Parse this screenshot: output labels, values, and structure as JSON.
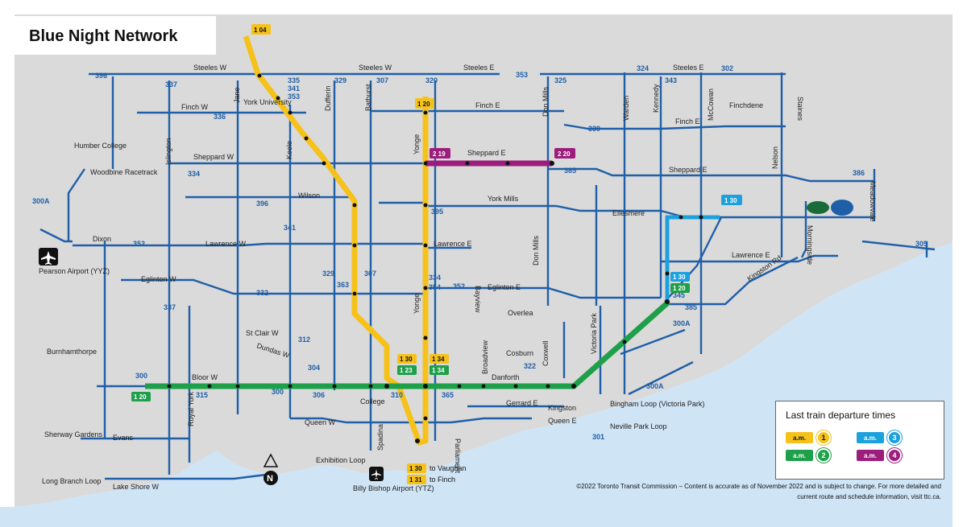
{
  "title": "Blue Night Network",
  "colors": {
    "land": "#dadada",
    "water": "#cfe4f5",
    "route": "#1f5fa8",
    "line1": "#f6c21a",
    "line2": "#1ea04a",
    "line3": "#1da1dc",
    "line4": "#9c1d7d"
  },
  "streets": {
    "steeles_w": "Steeles W",
    "steeles_w2": "Steeles W",
    "steeles_e": "Steeles E",
    "steeles_e2": "Steeles E",
    "finch_w": "Finch W",
    "finch_e": "Finch E",
    "finch_e2": "Finch E",
    "finchdene": "Finchdene",
    "sheppard_w": "Sheppard W",
    "sheppard_e": "Sheppard E",
    "sheppard_e2": "Sheppard E",
    "wilson": "Wilson",
    "york_mills": "York Mills",
    "ellesmere": "Ellesmere",
    "dixon": "Dixon",
    "lawrence_w": "Lawrence W",
    "lawrence_e": "Lawrence E",
    "lawrence_e2": "Lawrence E",
    "eglinton_w": "Eglinton W",
    "eglinton_e": "Eglinton E",
    "st_clair_w": "St Clair W",
    "dundas_w": "Dundas W",
    "bloor_w": "Bloor W",
    "danforth": "Danforth",
    "college": "College",
    "gerrard_e": "Gerrard E",
    "queen_w": "Queen W",
    "queen_e": "Queen E",
    "evans": "Evans",
    "lake_shore_w": "Lake Shore W",
    "kingston": "Kingston",
    "overlea": "Overlea",
    "cosburn": "Cosburn",
    "humber_college": "Humber College",
    "burnhamthorpe": "Burnhamthorpe",
    "york_university": "York University",
    "woodbine_racetrack": "Woodbine Racetrack",
    "pearson": "Pearson Airport (YYZ)",
    "billy_bishop": "Billy Bishop Airport (YTZ)",
    "exhibition_loop": "Exhibition Loop",
    "sherway_gardens": "Sherway Gardens",
    "long_branch_loop": "Long Branch Loop",
    "bingham_loop": "Bingham Loop (Victoria Park)",
    "neville_park_loop": "Neville Park Loop",
    "jane": "Jane",
    "keele": "Keele",
    "dufferin": "Dufferin",
    "bathurst": "Bathurst",
    "yonge": "Yonge",
    "don_mills": "Don Mills",
    "warden": "Warden",
    "kennedy": "Kennedy",
    "mccowan": "McCowan",
    "nelson": "Nelson",
    "islington": "Islington",
    "royal_york": "Royal York",
    "bayview": "Bayview",
    "victoria_park": "Victoria Park",
    "spadina": "Spadina",
    "parliament": "Parliament",
    "broadview": "Broadview",
    "coxwell": "Coxwell",
    "morningside": "Morningside",
    "meadowvale": "Meadowvale",
    "staines": "Staines",
    "kingston_rd": "Kingston Rd"
  },
  "routes": {
    "r396": "396",
    "r337": "337",
    "r335": "335",
    "r341": "341",
    "r353": "353",
    "r329": "329",
    "r307": "307",
    "r320": "320",
    "r353b": "353",
    "r325": "325",
    "r324": "324",
    "r343": "343",
    "r302": "302",
    "r336": "336",
    "r339": "339",
    "r334": "334",
    "r385": "385",
    "r396b": "396",
    "r395": "395",
    "r341b": "341",
    "r352": "352",
    "r329b": "329",
    "r363": "363",
    "r307b": "307",
    "r334b": "334",
    "r354": "354",
    "r332": "332",
    "r337b": "337",
    "r300a": "300A",
    "r312": "312",
    "r300": "300",
    "r315": "315",
    "r304": "304",
    "r300b": "300",
    "r310": "310",
    "r365": "365",
    "r306": "306",
    "r322": "322",
    "r345": "345",
    "r301": "301",
    "r385b": "385",
    "r300c": "300A",
    "r386": "386",
    "r305": "305",
    "r300d": "300A",
    "r352b": "352",
    "r332b": "332"
  },
  "lines": {
    "l1_north": "1 04",
    "l1_yonge": "1 20",
    "l4_west": "2 19",
    "l4_east": "2 20",
    "l3_top": "1 30",
    "l3_mid": "1 30",
    "l2_mid": "1 20",
    "l1_sp": "1 30",
    "l2_sp": "1 23",
    "l1_yg": "1 34",
    "l2_yg": "1 34",
    "l2_kip": "1 20"
  },
  "vaughan": {
    "time": "1 30",
    "label": "to Vaughan"
  },
  "finch": {
    "time": "1 31",
    "label": "to Finch"
  },
  "legend": {
    "title": "Last train departure times",
    "am": "a.m.",
    "line1": "1",
    "line2": "2",
    "line3": "3",
    "line4": "4"
  },
  "footer": "©2022 Toronto Transit Commission – Content is accurate as of November 2022 and is subject to change. For more detailed and current route and schedule information, visit ttc.ca."
}
